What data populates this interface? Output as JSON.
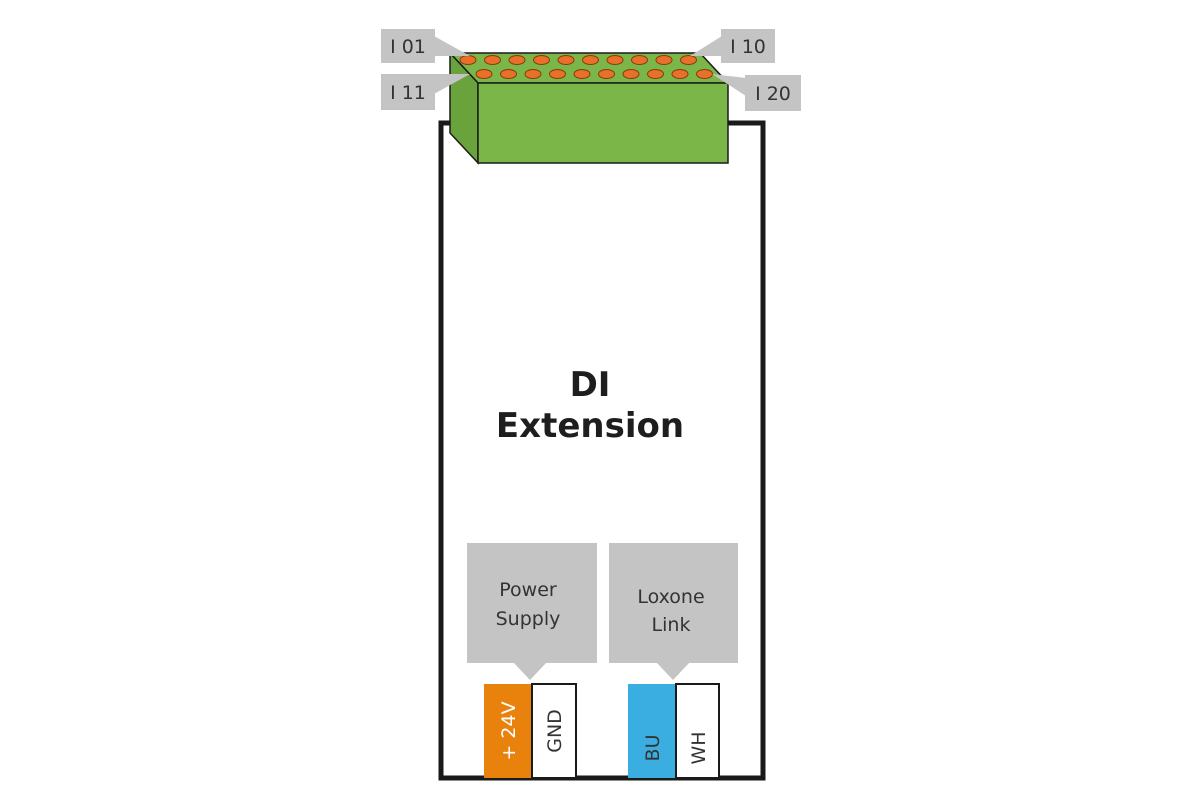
{
  "device": {
    "title_line1": "DI",
    "title_line2": "Extension"
  },
  "pin_labels": {
    "top_left": "I 01",
    "top_right": "I 10",
    "bottom_left": "I 11",
    "bottom_right": "I 20"
  },
  "callouts": {
    "power": {
      "line1": "Power",
      "line2": "Supply"
    },
    "link": {
      "line1": "Loxone",
      "line2": "Link"
    }
  },
  "terminals": {
    "plus24v": "+ 24V",
    "gnd": "GND",
    "bu": "BU",
    "wh": "WH"
  },
  "colors": {
    "connector_green": "#7ab648",
    "pin_orange": "#e8712a",
    "label_gray": "#c4c4c4",
    "terminal_orange": "#e8820c",
    "terminal_blue": "#3aaee0",
    "outline": "#1a1a1a"
  }
}
